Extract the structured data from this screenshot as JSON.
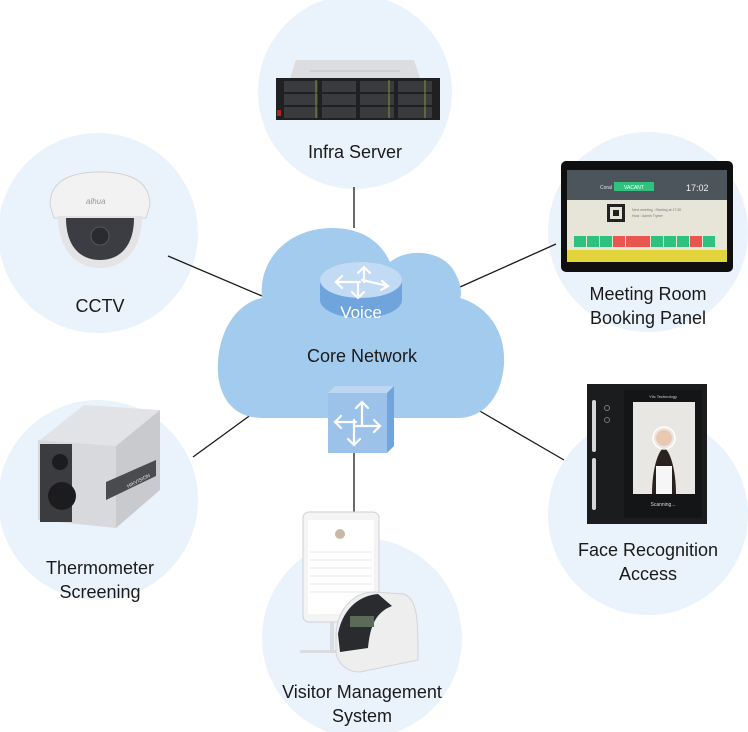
{
  "diagram": {
    "colors": {
      "node_bg": "#eaf3fc",
      "cloud": "#a3cbee",
      "cloud_dark": "#6fa5dc",
      "router_top": "#c2daf3",
      "line": "#1a1a1a",
      "text": "#1a1a1a"
    },
    "hub": {
      "label": "Core Network",
      "router_label": "Voice",
      "router_icon": "router-arrows-icon",
      "switch_icon": "switch-arrows-icon"
    },
    "nodes": [
      {
        "id": "infra-server",
        "lines": [
          "Infra Server"
        ],
        "icon": "rack-server-icon"
      },
      {
        "id": "cctv",
        "lines": [
          "CCTV"
        ],
        "icon": "dome-camera-icon",
        "brand": "alhua"
      },
      {
        "id": "meeting-room",
        "lines": [
          "Meeting Room",
          "Booking Panel"
        ],
        "icon": "booking-panel-icon",
        "screen": {
          "room": "Coral",
          "status": "VACANT",
          "time": "17:02",
          "next": "Next meeting : Starting at 17:30",
          "host": "Host : Admin Tryber"
        }
      },
      {
        "id": "thermometer",
        "lines": [
          "Thermometer",
          "Screening"
        ],
        "icon": "thermal-camera-icon",
        "brand": "HIKVISION"
      },
      {
        "id": "face-recognition",
        "lines": [
          "Face Recognition",
          "Access"
        ],
        "icon": "face-terminal-icon",
        "screen": {
          "brand": "Ytlc Technology",
          "status": "Scanning..."
        }
      },
      {
        "id": "visitor-management",
        "lines": [
          "Visitor Management",
          "System"
        ],
        "icon": "tablet-printer-icon"
      }
    ]
  }
}
